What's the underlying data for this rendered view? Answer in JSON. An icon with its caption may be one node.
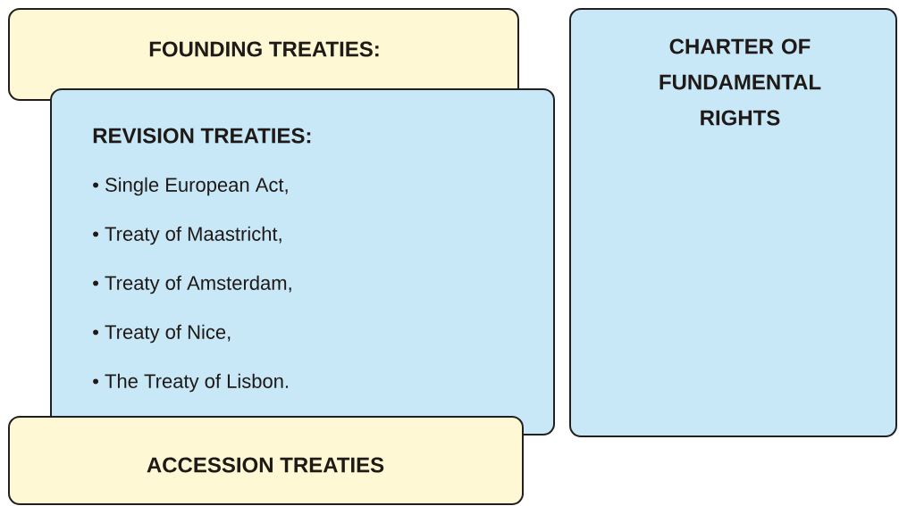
{
  "diagram": {
    "nodes": [
      {
        "text": [
          "FOUNDING TREATIES:"
        ]
      },
      {
        "text": [
          "REVISION TREATIES:",
          "• Single European Act,",
          "• Treaty of Maastricht,",
          "• Treaty of Amsterdam,",
          "• Treaty of Nice,",
          "• The Treaty of Lisbon."
        ]
      },
      {
        "text": [
          "ACCESSION TREATIES"
        ]
      },
      {
        "text": [
          "CHARTER OF FUNDAMENTAL RIGHTS"
        ]
      }
    ]
  }
}
